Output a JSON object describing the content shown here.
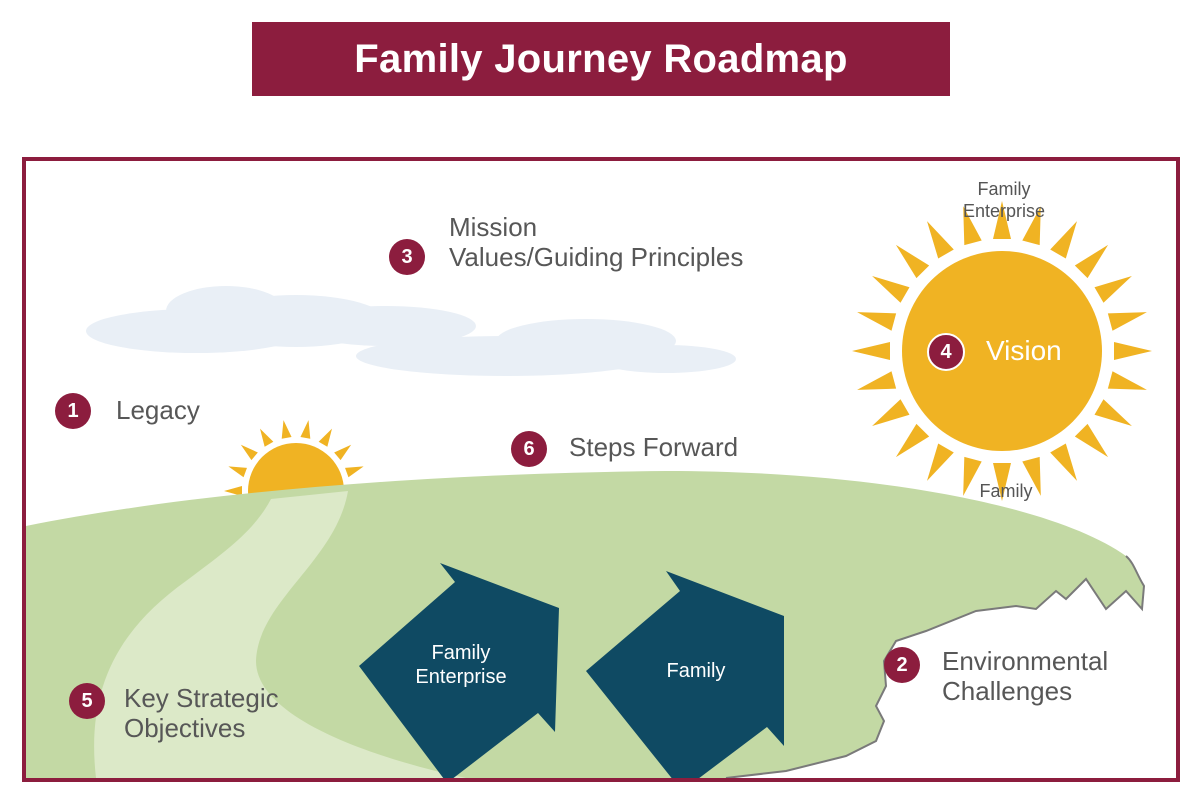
{
  "title": "Family Journey Roadmap",
  "items": {
    "legacy": {
      "num": "1",
      "label": "Legacy"
    },
    "environmental": {
      "num": "2",
      "line1": "Environmental",
      "line2": "Challenges"
    },
    "mission": {
      "num": "3",
      "line1": "Mission",
      "line2": "Values/Guiding Principles"
    },
    "vision": {
      "num": "4",
      "label": "Vision"
    },
    "objectives": {
      "num": "5",
      "line1": "Key Strategic",
      "line2": "Objectives"
    },
    "steps": {
      "num": "6",
      "label": "Steps Forward"
    }
  },
  "sun": {
    "top_line1": "Family",
    "top_line2": "Enterprise",
    "bottom": "Family"
  },
  "arrows": {
    "first_line1": "Family",
    "first_line2": "Enterprise",
    "second": "Family"
  },
  "colors": {
    "brand": "#8c1d3e",
    "sun": "#f0b323",
    "hill": "#c3d9a4",
    "path": "#dce9c8",
    "arrow": "#0f4a63"
  }
}
